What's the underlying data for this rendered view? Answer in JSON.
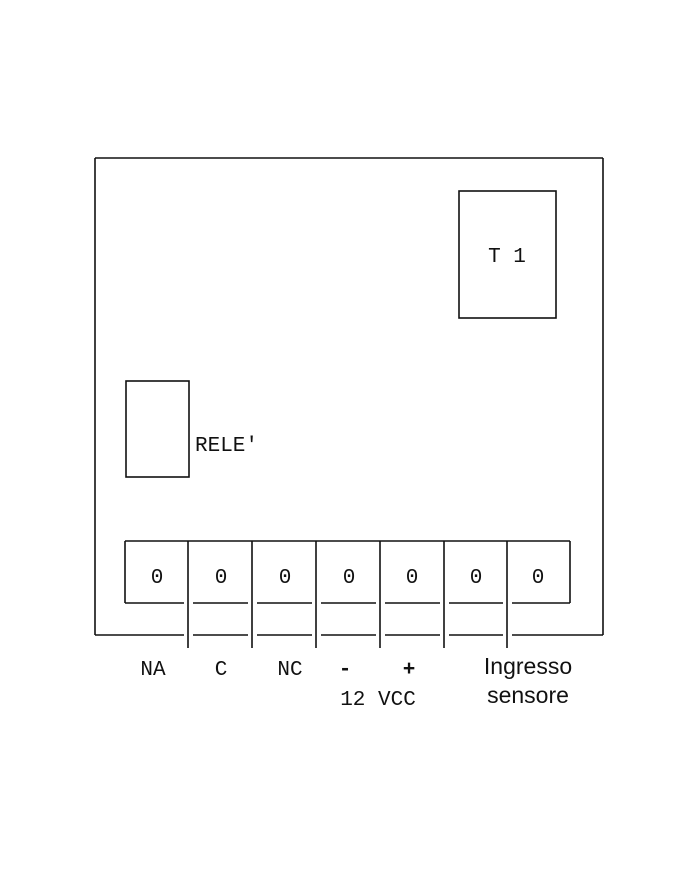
{
  "components": {
    "transformer_label": "T 1",
    "relay_label": "RELE'"
  },
  "terminals": {
    "markers": [
      "0",
      "0",
      "0",
      "0",
      "0",
      "0",
      "0"
    ],
    "labels": [
      "NA",
      "C",
      "NC",
      "-",
      "+"
    ],
    "supply_label": "12 VCC",
    "sensor_label_line1": "Ingresso",
    "sensor_label_line2": "sensore"
  }
}
